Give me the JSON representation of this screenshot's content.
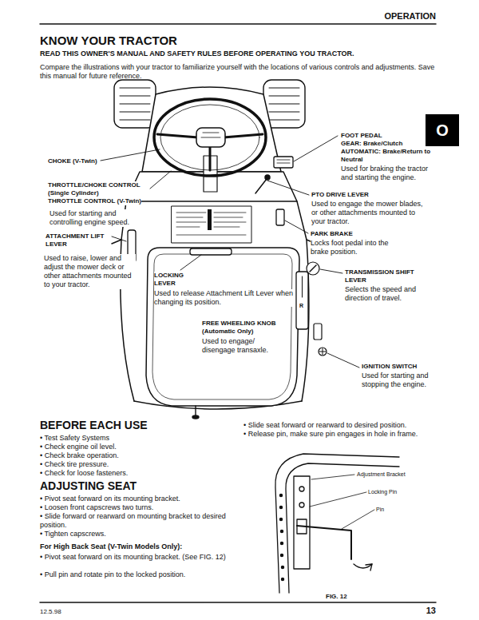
{
  "diagram": {
    "title": "KNOW YOUR TRACTOR",
    "nodes": [
      {
        "text": [
          "O"
        ]
      }
    ],
    "labels": [
      "OPERATION",
      "READ THIS OWNER'S MANUAL AND SAFETY RULES BEFORE OPERATING YOU TRACTOR.",
      "Compare the illustrations with your tractor to familiarize yourself with the locations of various controls and adjustments. Save this manual for future reference.",
      "CHOKE (V-Twin)",
      "THROTTLE/CHOKE CONTROL (Single Cylinder)",
      "THROTTLE CONTROL (V-Twin)",
      "Used for starting and controlling engine speed.",
      "ATTACHMENT LIFT LEVER",
      "Used to raise, lower and adjust the mower deck or other attachments mounted to your tractor.",
      "LOCKING LEVER",
      "Used to release Attachment Lift Lever when changing its position.",
      "FREE WHEELING KNOB (Automatic Only)",
      "Used to engage/ disengage transaxle.",
      "FOOT PEDAL",
      "GEAR: Brake/Clutch",
      "AUTOMATIC: Brake/Return to Neutral",
      "Used for braking the tractor and starting the engine.",
      "PTO DRIVE LEVER",
      "Used to engage the mower blades, or other attachments mounted to your tractor.",
      "PARK BRAKE",
      "Locks foot pedal into the brake position.",
      "TRANSMISSION SHIFT LEVER",
      "Selects the speed and direction of travel.",
      "IGNITION SWITCH",
      "Used for starting and stopping the engine.",
      "R",
      "BEFORE EACH USE",
      "• Test Safety Systems",
      "• Check engine oil level.",
      "• Check brake operation.",
      "• Check tire pressure.",
      "• Check for loose fasteners.",
      "ADJUSTING SEAT",
      "• Pivot seat forward on its mounting bracket.",
      "• Loosen front capscrews two turns.",
      "• Slide forward or rearward on mounting bracket to desired position.",
      "• Tighten capscrews.",
      "For High Back Seat (V-Twin Models Only):",
      "• Pivot seat forward on its mounting bracket. (See FIG. 12)",
      "• Pull pin and rotate pin to the locked position.",
      "• Slide seat forward or rearward to desired position.",
      "• Release pin, make sure pin engages in hole in frame.",
      "Adjustment Bracket",
      "Locking Pin",
      "Pin",
      "FIG. 12",
      "12.5.98",
      "13"
    ]
  }
}
